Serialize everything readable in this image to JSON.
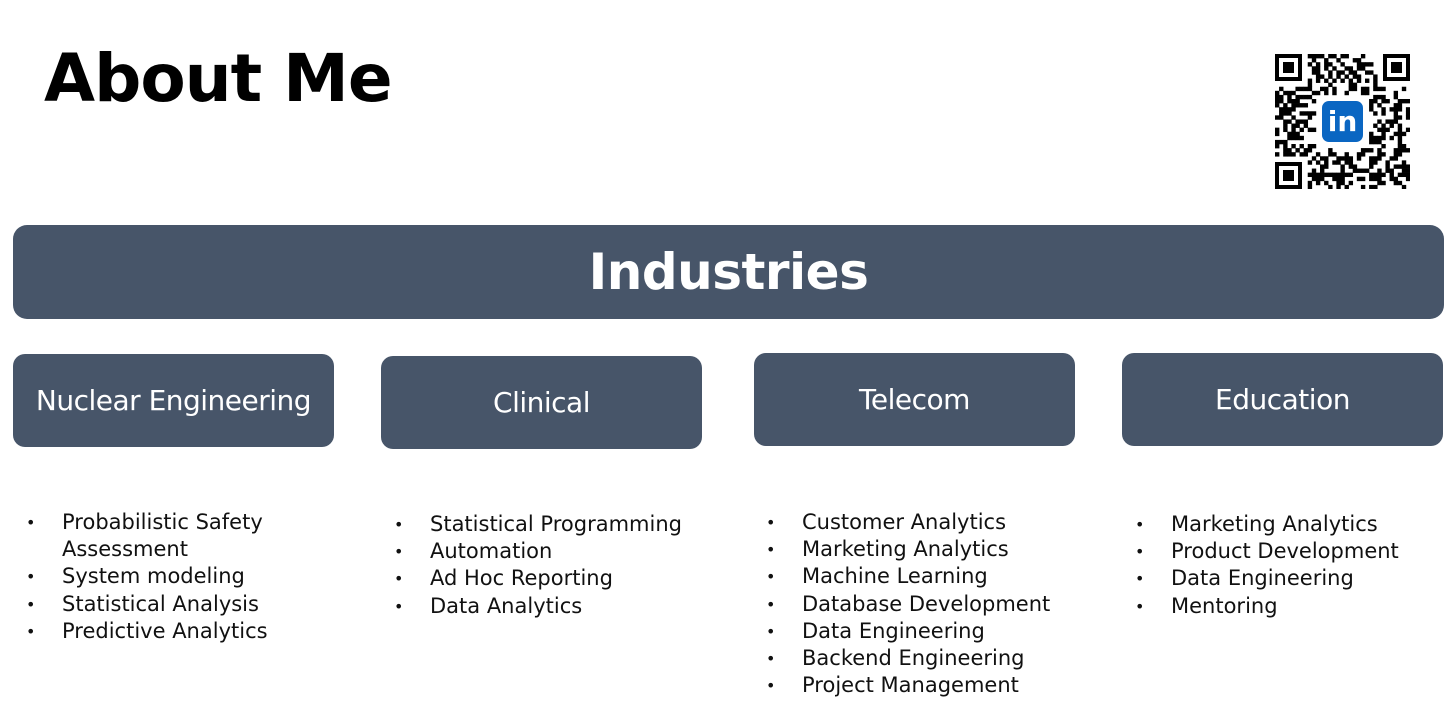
{
  "page": {
    "title": "About Me"
  },
  "qr_code": {
    "icon": "linkedin-icon",
    "icon_text": "in",
    "accent_color": "#0A66C2"
  },
  "banner": {
    "label": "Industries",
    "color": "#475569"
  },
  "industries": [
    {
      "label": "Nuclear Engineering",
      "items": [
        "Probabilistic Safety Assessment",
        "System modeling",
        "Statistical Analysis",
        "Predictive Analytics"
      ]
    },
    {
      "label": "Clinical",
      "items": [
        "Statistical Programming",
        "Automation",
        "Ad Hoc Reporting",
        "Data Analytics"
      ]
    },
    {
      "label": "Telecom",
      "items": [
        "Customer Analytics",
        "Marketing Analytics",
        "Machine Learning",
        "Database Development",
        "Data Engineering",
        "Backend Engineering",
        "Project Management"
      ]
    },
    {
      "label": "Education",
      "items": [
        "Marketing Analytics",
        "Product Development",
        "Data Engineering",
        "Mentoring"
      ]
    }
  ]
}
